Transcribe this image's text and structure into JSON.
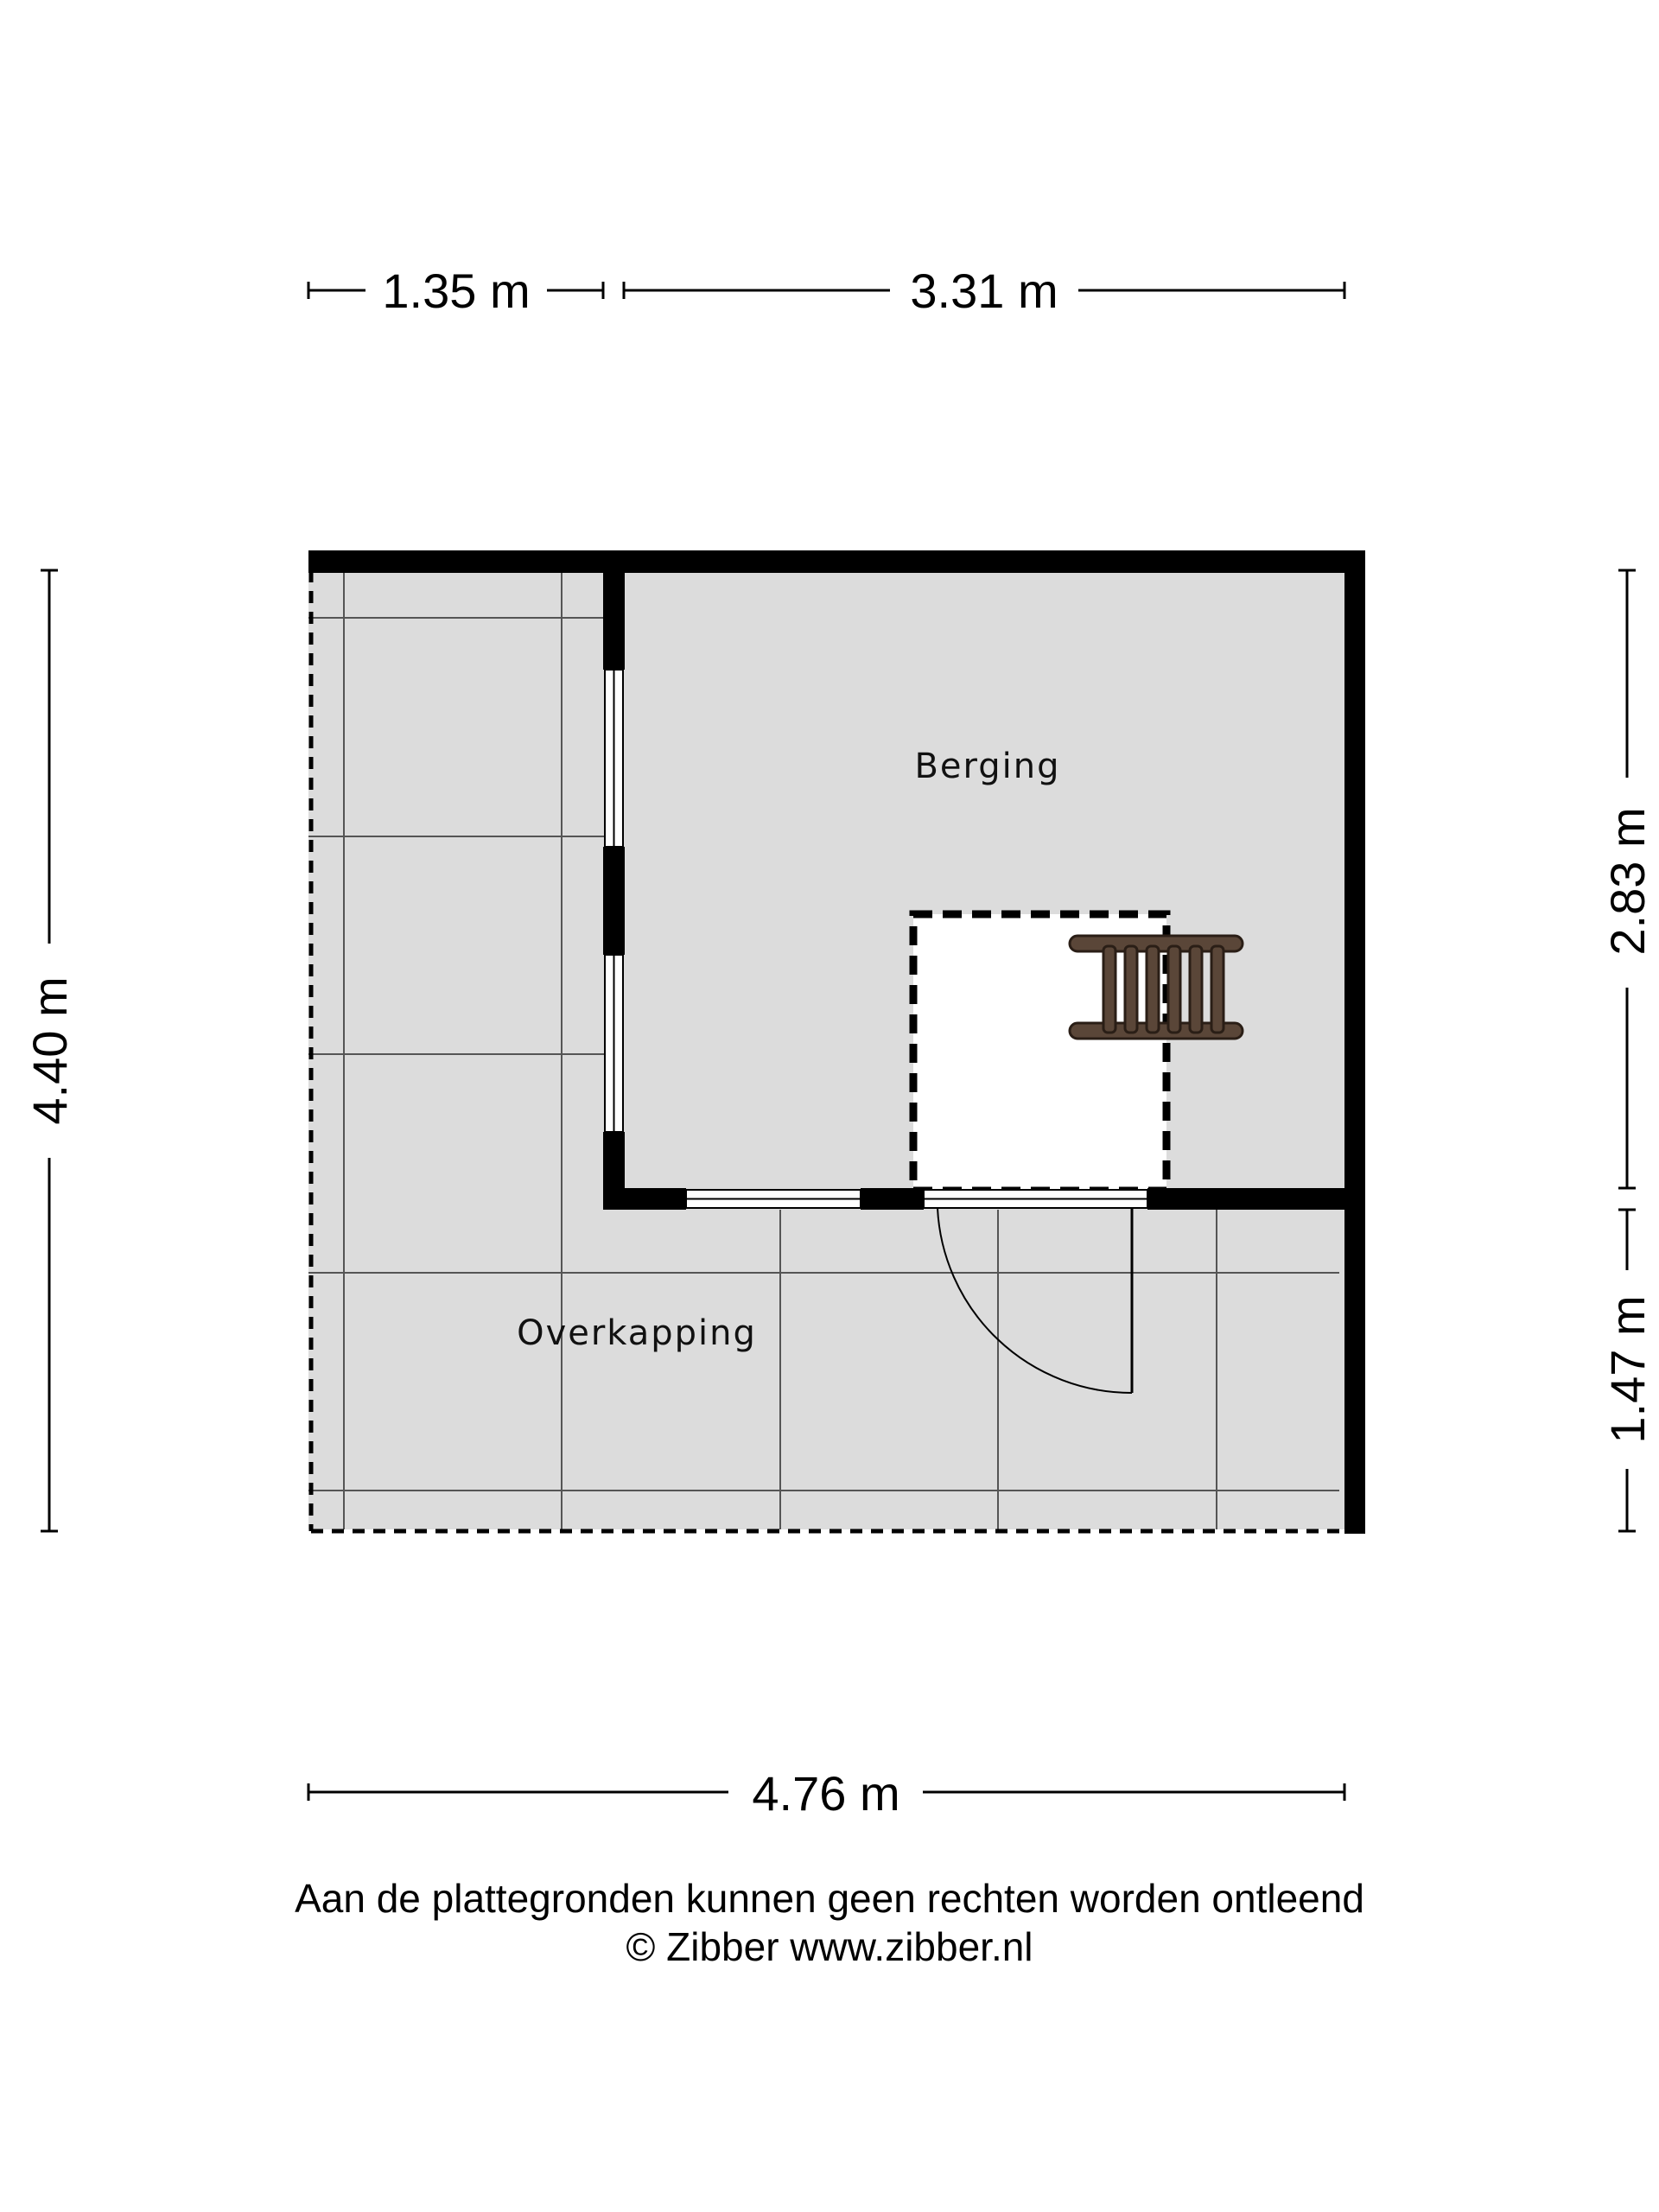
{
  "dimensions": {
    "top_left": "1.35 m",
    "top_right": "3.31 m",
    "left_total": "4.40 m",
    "right_upper": "2.83 m",
    "right_lower": "1.47 m",
    "bottom_total": "4.76 m"
  },
  "rooms": {
    "berging": "Berging",
    "overkapping": "Overkapping"
  },
  "disclaimer": {
    "line1": "Aan de plattegronden kunnen geen rechten worden ontleend",
    "line2": "© Zibber www.zibber.nl"
  }
}
